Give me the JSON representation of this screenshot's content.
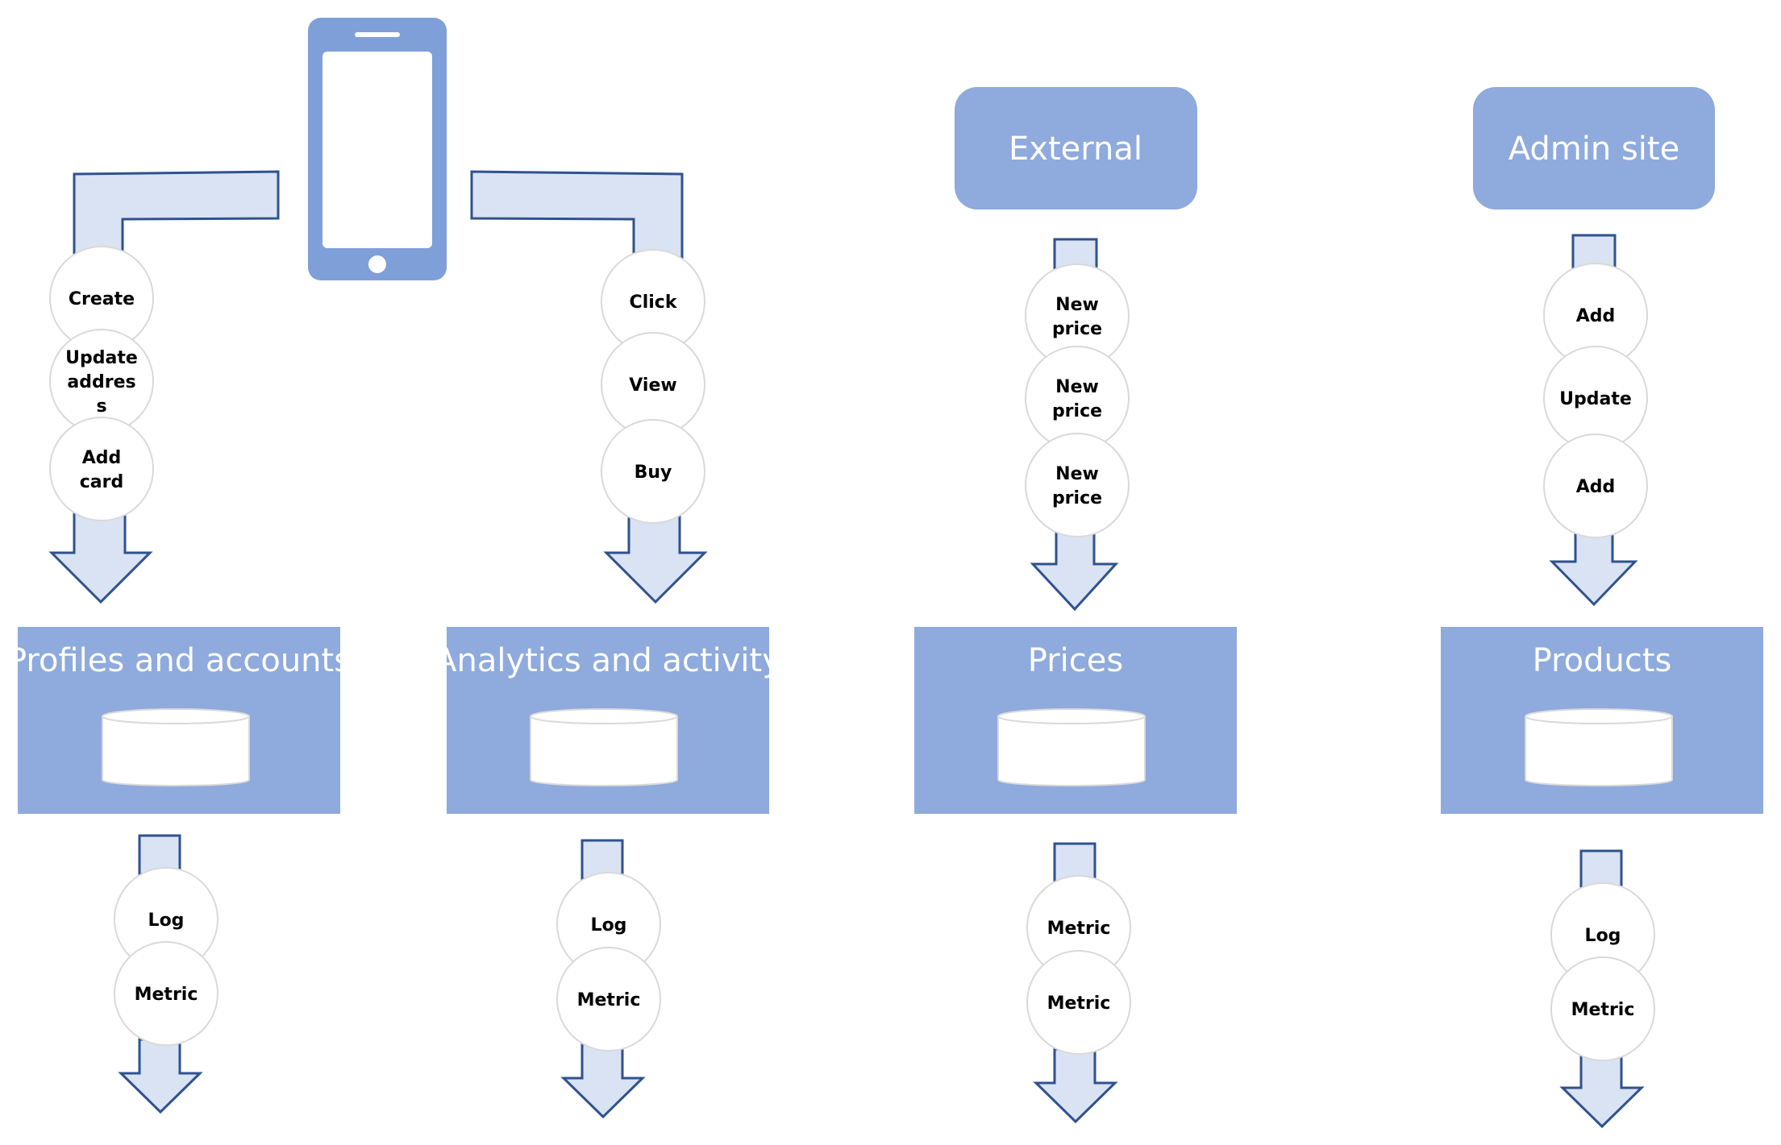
{
  "colors": {
    "box_fill": "#8faadc",
    "phone_fill": "#7f9fd9",
    "arrow_fill": "#dae3f3",
    "arrow_stroke": "#2f528f",
    "circle_stroke": "#d9d9d9",
    "text_white": "#ffffff",
    "text_dark": "#000000"
  },
  "sources": {
    "phone": {
      "icon": "smartphone-icon"
    },
    "external": {
      "label": "External"
    },
    "admin": {
      "label": "Admin site"
    }
  },
  "services": [
    {
      "label": "Profiles and accounts"
    },
    {
      "label": "Analytics and activity"
    },
    {
      "label": "Prices"
    },
    {
      "label": "Products"
    }
  ],
  "event_streams": [
    {
      "events": [
        [
          "Create"
        ],
        [
          "Update",
          "addres",
          "s"
        ],
        [
          "Add",
          "card"
        ]
      ]
    },
    {
      "events": [
        [
          "Click"
        ],
        [
          "View"
        ],
        [
          "Buy"
        ]
      ]
    },
    {
      "events": [
        [
          "New",
          "price"
        ],
        [
          "New",
          "price"
        ],
        [
          "New",
          "price"
        ]
      ]
    },
    {
      "events": [
        [
          "Add"
        ],
        [
          "Update"
        ],
        [
          "Add"
        ]
      ]
    }
  ],
  "output_streams": [
    {
      "events": [
        [
          "Log"
        ],
        [
          "Metric"
        ]
      ]
    },
    {
      "events": [
        [
          "Log"
        ],
        [
          "Metric"
        ]
      ]
    },
    {
      "events": [
        [
          "Metric"
        ],
        [
          "Metric"
        ]
      ]
    },
    {
      "events": [
        [
          "Log"
        ],
        [
          "Metric"
        ]
      ]
    }
  ]
}
